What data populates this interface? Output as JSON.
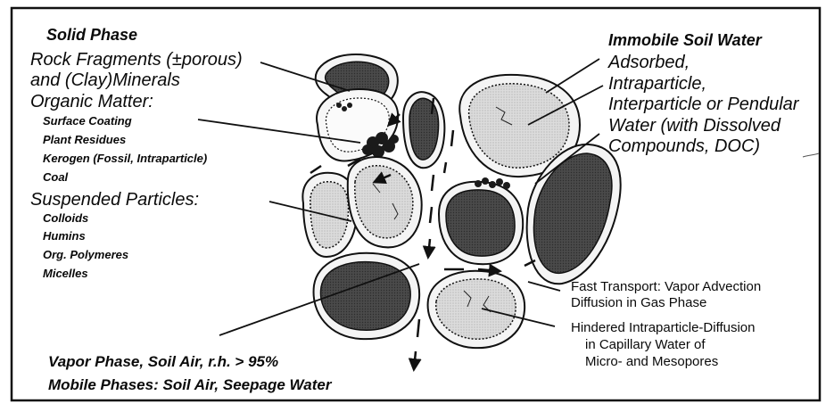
{
  "solid": {
    "heading": "Solid Phase",
    "rock": [
      "Rock Fragments (±porous)",
      "and (Clay)Minerals"
    ],
    "organic_heading": "Organic Matter:",
    "organic_items": [
      "Surface Coating",
      "Plant Residues",
      "Kerogen (Fossil, Intraparticle)",
      "Coal"
    ],
    "suspended_heading": "Suspended Particles:",
    "suspended_items": [
      "Colloids",
      "Humins",
      "Org. Polymeres",
      "Micelles"
    ]
  },
  "immobile": {
    "heading": "Immobile Soil Water",
    "lines": [
      "Adsorbed,",
      "Intraparticle,",
      "Interparticle or Pendular",
      "Water (with Dissolved",
      "Compounds, DOC)"
    ]
  },
  "fast": [
    "Fast Transport: Vapor Advection",
    "Diffusion in Gas Phase"
  ],
  "hindered": [
    "Hindered Intraparticle-Diffusion",
    "in Capillary Water of",
    "Micro- and Mesopores"
  ],
  "vapor": "Vapor Phase, Soil Air, r.h. > 95%",
  "mobile": "Mobile Phases: Soil Air, Seepage Water"
}
